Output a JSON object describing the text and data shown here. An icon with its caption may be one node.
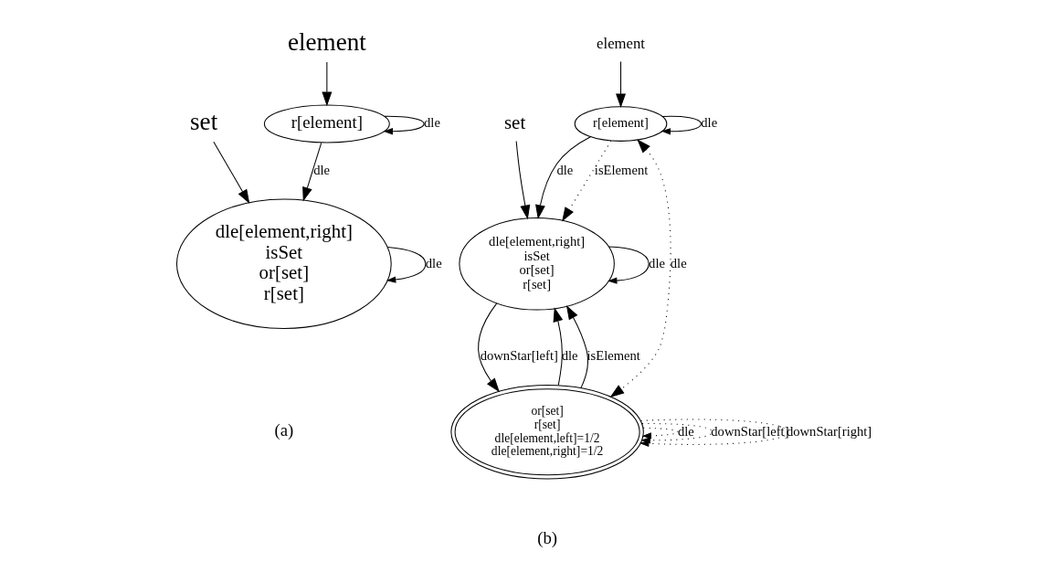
{
  "diagram": {
    "nodes": [
      {
        "text": [
          "element"
        ]
      },
      {
        "text": [
          "r[element]"
        ]
      },
      {
        "text": [
          "set"
        ]
      },
      {
        "text": [
          "dle[element,right]",
          "isSet",
          "or[set]",
          "r[set]"
        ]
      },
      {
        "text": [
          "element"
        ]
      },
      {
        "text": [
          "r[element]"
        ]
      },
      {
        "text": [
          "set"
        ]
      },
      {
        "text": [
          "dle[element,right]",
          "isSet",
          "or[set]",
          "r[set]"
        ]
      },
      {
        "text": [
          "or[set]",
          "r[set]",
          "dle[element,left]=1/2",
          "dle[element,right]=1/2"
        ]
      }
    ],
    "edges": [
      {
        "from": 0,
        "to": 1,
        "arrow": "to"
      },
      {
        "from": 1,
        "to": 1,
        "arrow": "to",
        "label": "dle"
      },
      {
        "from": 1,
        "to": 3,
        "arrow": "to",
        "label": "dle"
      },
      {
        "from": 2,
        "to": 3,
        "arrow": "to"
      },
      {
        "from": 3,
        "to": 3,
        "arrow": "to",
        "label": "dle"
      },
      {
        "from": 4,
        "to": 5,
        "arrow": "to"
      },
      {
        "from": 5,
        "to": 5,
        "arrow": "to",
        "label": "dle"
      },
      {
        "from": 5,
        "to": 7,
        "arrow": "to",
        "label": "dle"
      },
      {
        "from": 5,
        "to": 7,
        "arrow": "to",
        "label": "isElement",
        "style": "dashed"
      },
      {
        "from": 6,
        "to": 7,
        "arrow": "to"
      },
      {
        "from": 7,
        "to": 7,
        "arrow": "to",
        "label": "dle"
      },
      {
        "from": 5,
        "to": 8,
        "arrow": "both",
        "label": "dle",
        "style": "dashed"
      },
      {
        "from": 7,
        "to": 8,
        "arrow": "to",
        "label": "downStar[left]"
      },
      {
        "from": 8,
        "to": 7,
        "arrow": "to",
        "label": "dle"
      },
      {
        "from": 8,
        "to": 7,
        "arrow": "to",
        "label": "isElement"
      },
      {
        "from": 8,
        "to": 8,
        "arrow": "to",
        "label": "dle",
        "style": "dashed"
      },
      {
        "from": 8,
        "to": 8,
        "arrow": "to",
        "label": "downStar[left]",
        "style": "dashed"
      },
      {
        "from": 8,
        "to": 8,
        "arrow": "to",
        "label": "downStar[right]",
        "style": "dashed"
      }
    ],
    "labels": [
      "(a)",
      "(b)"
    ]
  }
}
